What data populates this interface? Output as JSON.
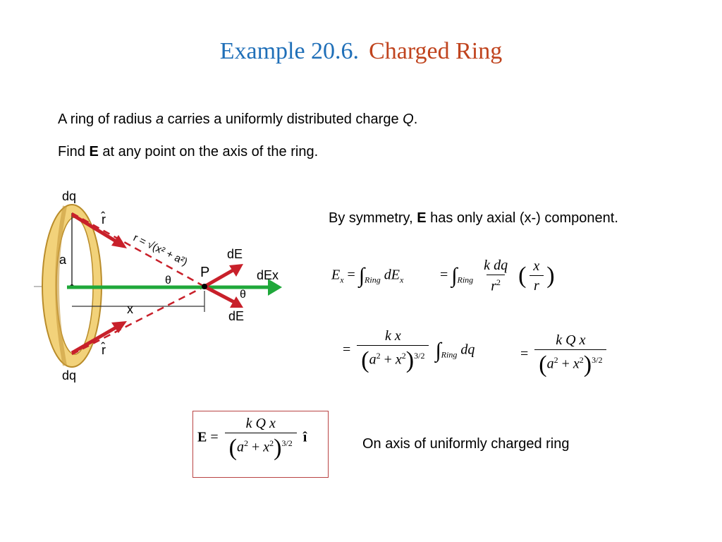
{
  "title": {
    "prefix": "Example 20.6.",
    "name": "Charged Ring"
  },
  "problem": {
    "line1_a": "A ring of radius ",
    "line1_var_a": "a",
    "line1_b": " carries a uniformly distributed charge ",
    "line1_var_q": "Q",
    "line1_c": ".",
    "line2_a": "Find ",
    "line2_bold": "E",
    "line2_b": " at any point on the axis of the ring."
  },
  "symmetry": {
    "a": "By symmetry, ",
    "bold": "E",
    "b": " has only axial (x-) component."
  },
  "caption": "On axis of uniformly charged ring",
  "diagram_labels": {
    "dq_top": "dq",
    "rhat_top": "r̂",
    "r_eq": "r = √(x² + a²)",
    "a": "a",
    "theta_top": "θ",
    "P": "P",
    "dE_top": "dE",
    "dEx": "dEx",
    "theta_right": "θ",
    "x": "x",
    "rhat_bottom": "r̂",
    "dE_bottom": "dE",
    "dq_bottom": "dq"
  },
  "equations": {
    "Ex": "E",
    "x_sub": "x",
    "eq": "=",
    "int": "∫",
    "ring": "Ring",
    "dE": "dE",
    "k": "k",
    "dq": "dq",
    "r": "r",
    "sq": "2",
    "xvar": "x",
    "a": "a",
    "plus": "+",
    "three_halves": "3/2",
    "Q": "Q",
    "E_bold": "E",
    "i_hat": "î",
    "open_paren": "(",
    "close_paren": ")"
  },
  "colors": {
    "title_blue": "#1F6FB8",
    "title_red": "#C0441E",
    "arrow_red": "#C8202A",
    "axis_green": "#1FA83A",
    "ring_gold": "#F2D27A",
    "box_border": "#B94444"
  }
}
